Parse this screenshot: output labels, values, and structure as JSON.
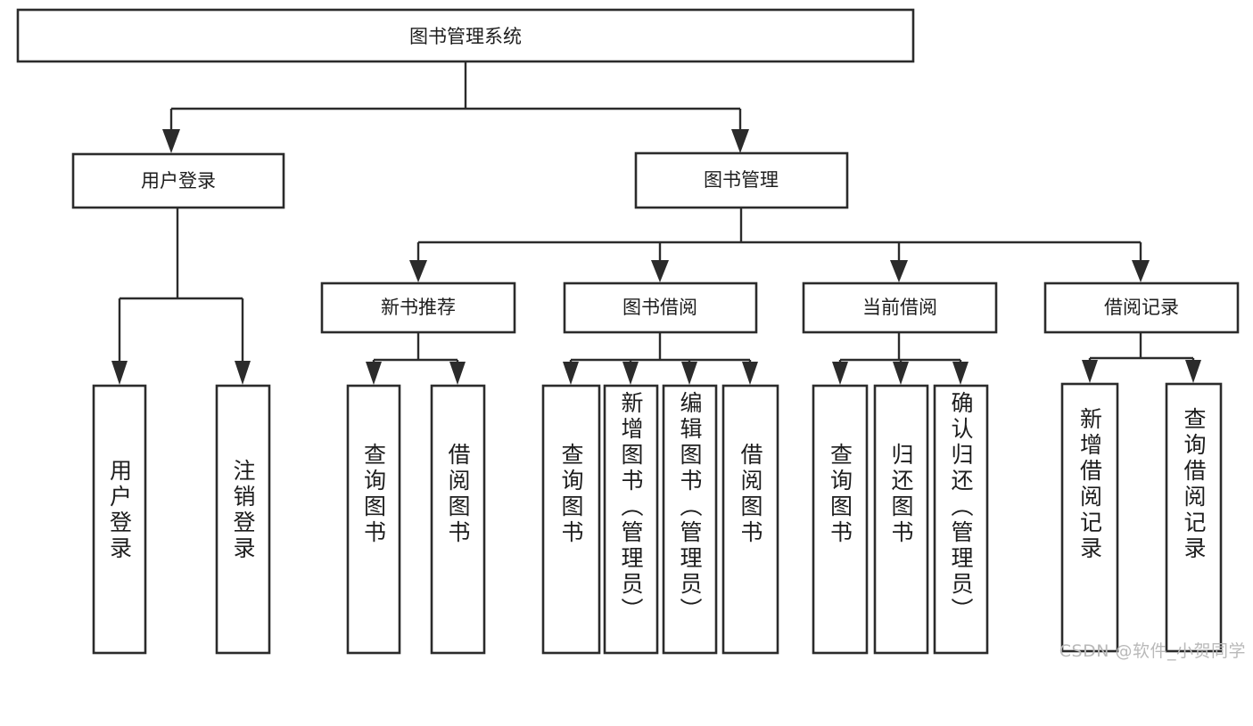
{
  "diagram": {
    "type": "tree-hierarchy",
    "title": "图书管理系统",
    "orientation": "top-down",
    "root": {
      "id": "root",
      "label": "图书管理系统",
      "text_direction": "horizontal"
    },
    "level2": [
      {
        "id": "user-login",
        "label": "用户登录",
        "text_direction": "horizontal"
      },
      {
        "id": "book-management",
        "label": "图书管理",
        "text_direction": "horizontal"
      }
    ],
    "level3": [
      {
        "id": "new-book-recommend",
        "label": "新书推荐",
        "parent": "book-management",
        "text_direction": "horizontal"
      },
      {
        "id": "book-borrow",
        "label": "图书借阅",
        "parent": "book-management",
        "text_direction": "horizontal"
      },
      {
        "id": "current-borrow",
        "label": "当前借阅",
        "parent": "book-management",
        "text_direction": "horizontal"
      },
      {
        "id": "borrow-record",
        "label": "借阅记录",
        "parent": "book-management",
        "text_direction": "horizontal"
      }
    ],
    "leaves": [
      {
        "id": "leaf-user-login",
        "label": "用户登录",
        "parent": "user-login",
        "text_direction": "vertical"
      },
      {
        "id": "leaf-user-logout",
        "label": "注销登录",
        "parent": "user-login",
        "text_direction": "vertical"
      },
      {
        "id": "leaf-query-book-1",
        "label": "查询图书",
        "parent": "new-book-recommend",
        "text_direction": "vertical"
      },
      {
        "id": "leaf-borrow-book-1",
        "label": "借阅图书",
        "parent": "new-book-recommend",
        "text_direction": "vertical"
      },
      {
        "id": "leaf-query-book-2",
        "label": "查询图书",
        "parent": "book-borrow",
        "text_direction": "vertical"
      },
      {
        "id": "leaf-add-book",
        "label": "新增图书（管理员）",
        "parent": "book-borrow",
        "text_direction": "vertical"
      },
      {
        "id": "leaf-edit-book",
        "label": "编辑图书（管理员）",
        "parent": "book-borrow",
        "text_direction": "vertical"
      },
      {
        "id": "leaf-borrow-book-2",
        "label": "借阅图书",
        "parent": "book-borrow",
        "text_direction": "vertical"
      },
      {
        "id": "leaf-query-book-3",
        "label": "查询图书",
        "parent": "current-borrow",
        "text_direction": "vertical"
      },
      {
        "id": "leaf-return-book",
        "label": "归还图书",
        "parent": "current-borrow",
        "text_direction": "vertical"
      },
      {
        "id": "leaf-confirm-return",
        "label": "确认归还（管理员）",
        "parent": "current-borrow",
        "text_direction": "vertical"
      },
      {
        "id": "leaf-add-record",
        "label": "新增借阅记录",
        "parent": "borrow-record",
        "text_direction": "vertical"
      },
      {
        "id": "leaf-query-record",
        "label": "查询借阅记录",
        "parent": "borrow-record",
        "text_direction": "vertical"
      }
    ],
    "colors": {
      "background": "#ffffff",
      "box_fill": "#ffffff",
      "box_stroke": "#2b2b2b",
      "text": "#1d1d1d",
      "connector": "#2b2b2b",
      "watermark": "#b9b9b9"
    }
  },
  "watermark": {
    "text": "CSDN @软件_小贺同学"
  }
}
